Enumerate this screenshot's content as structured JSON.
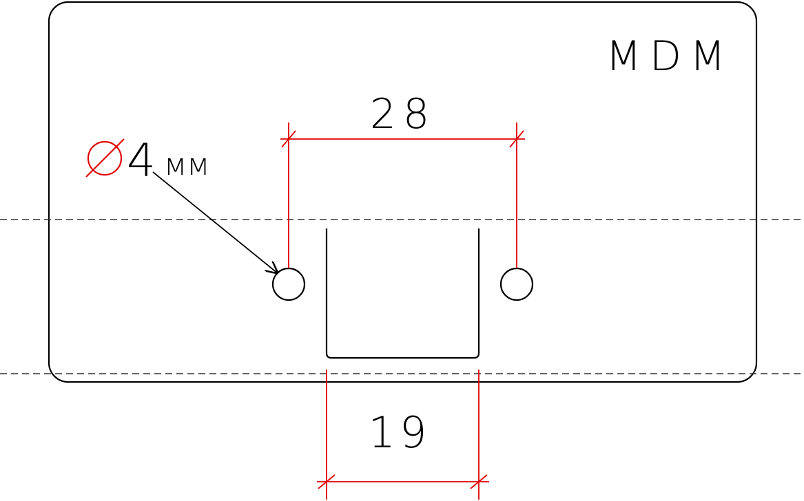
{
  "plate": {
    "label": "MDM"
  },
  "dimensions": {
    "hole_spacing": "28",
    "slot_width": "19"
  },
  "callout": {
    "symbol": "∅",
    "value": "4",
    "unit": "мм"
  },
  "colors": {
    "outline": "#000000",
    "dimension": "#e00000",
    "guide": "#333333"
  }
}
